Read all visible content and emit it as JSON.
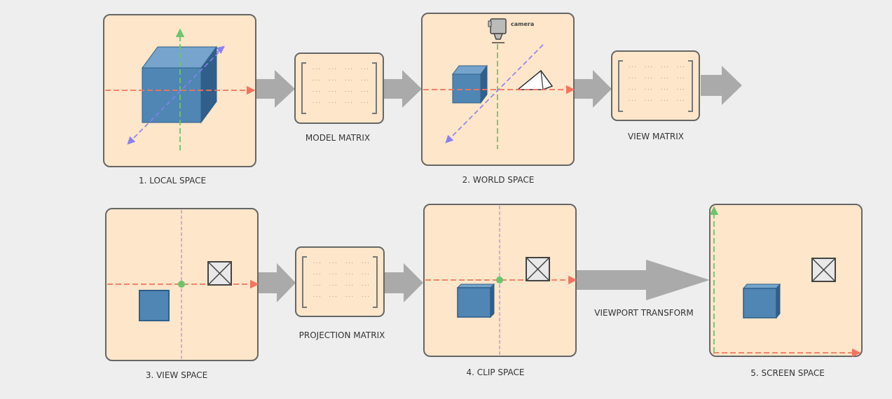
{
  "panels": {
    "local": {
      "label": "1. LOCAL SPACE"
    },
    "world": {
      "label": "2. WORLD SPACE",
      "camera_label": "camera"
    },
    "view": {
      "label": "3. VIEW SPACE"
    },
    "clip": {
      "label": "4. CLIP SPACE"
    },
    "screen": {
      "label": "5. SCREEN SPACE"
    }
  },
  "matrices": {
    "model": {
      "label": "MODEL MATRIX",
      "cell": "···"
    },
    "view": {
      "label": "VIEW MATRIX",
      "cell": "···"
    },
    "projection": {
      "label": "PROJECTION MATRIX",
      "cell": "···"
    }
  },
  "transforms": {
    "viewport": {
      "label": "VIEWPORT TRANSFORM"
    }
  },
  "colors": {
    "background": "#eeeeee",
    "panel_fill": "#fde6c9",
    "panel_stroke": "#666666",
    "arrow": "#aaaaaa",
    "axis_x": "#f4735e",
    "axis_y": "#6dc46d",
    "axis_z": "#8a7ff0",
    "cube_front": "#4f86b3",
    "cube_top": "#76a4cc",
    "cube_side": "#2f5f8a"
  }
}
